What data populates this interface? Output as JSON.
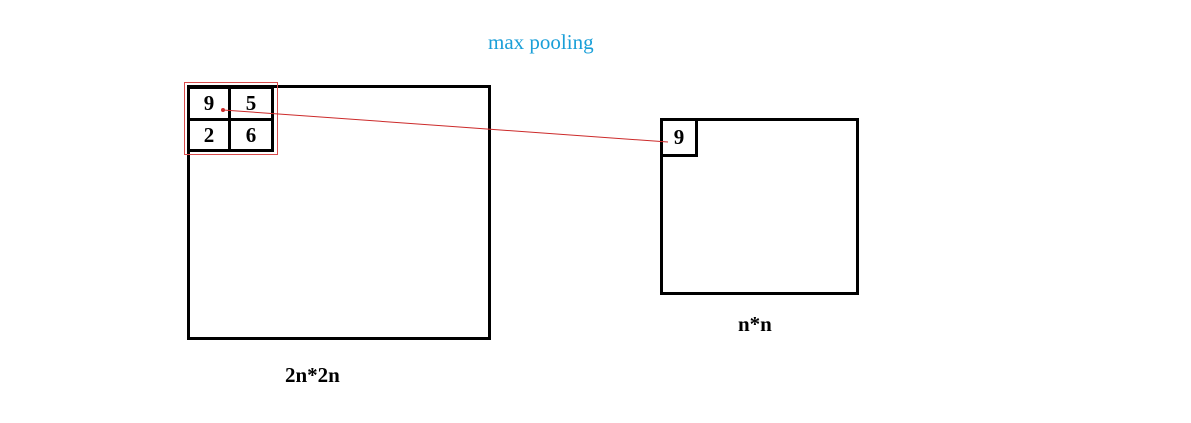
{
  "title": "max pooling",
  "input": {
    "label": "2n*2n",
    "window_values": [
      "9",
      "5",
      "2",
      "6"
    ]
  },
  "output": {
    "label": "n*n",
    "value": "9"
  },
  "colors": {
    "title": "#1a9fd8",
    "highlight": "#d94c4c",
    "connector": "#cc2a2a",
    "stroke": "#000000"
  }
}
